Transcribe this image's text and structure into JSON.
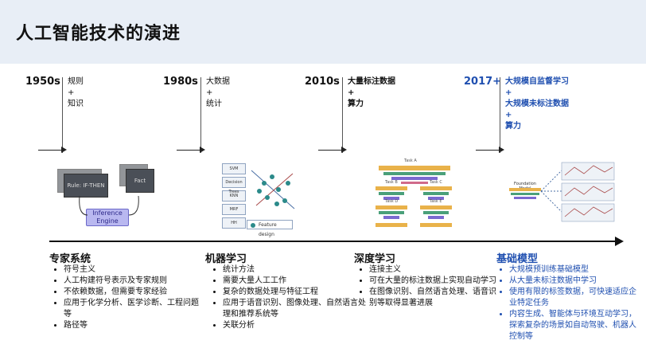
{
  "title": "人工智能技术的演进",
  "eras": [
    {
      "year": "1950s",
      "notes": [
        "规则",
        "+",
        "知识"
      ]
    },
    {
      "year": "1980s",
      "notes": [
        "大数据",
        "+",
        "统计"
      ]
    },
    {
      "year": "2010s",
      "notes": [
        "大量标注数据",
        "+",
        "算力"
      ]
    },
    {
      "year": "2017+",
      "notes": [
        "大规模自监督学习",
        "+",
        "大规模未标注数据",
        "+",
        "算力"
      ]
    }
  ],
  "illustrations": {
    "rule_card": "Rule: IF-THEN",
    "fact_card": "Fact",
    "engine": [
      "Inference",
      "Engine"
    ],
    "stack": [
      "SVM",
      "Decision Trees",
      "KNN",
      "MRF",
      "HH"
    ],
    "feature_design": "Feature design",
    "foundation_model": "Foundation Model",
    "tasks": [
      "Task A",
      "Task B",
      "Task C",
      "Task D",
      "Task E"
    ]
  },
  "sections": [
    {
      "title": "专家系统",
      "items": [
        "符号主义",
        "人工构建符号表示及专家规则",
        "不依赖数据，但需要专家经验",
        "应用于化学分析、医学诊断、工程问题等",
        "路径等"
      ]
    },
    {
      "title": "机器学习",
      "items": [
        "统计方法",
        "需要大量人工工作",
        "复杂的数据处理与特征工程",
        "应用于语音识别、图像处理、自然语言处理和推荐系统等",
        "关联分析"
      ]
    },
    {
      "title": "深度学习",
      "items": [
        "连接主义",
        "可在大量的标注数据上实现自动学习",
        "在图像识别、自然语言处理、语音识别等取得显著进展"
      ]
    },
    {
      "title": "基础模型",
      "items": [
        "大规模预训练基础模型",
        "从大量未标注数据中学习",
        "使用有限的标签数据，可快速适应企业特定任务",
        "内容生成、智能体与环境互动学习，探索复杂的场景如自动驾驶、机器人控制等"
      ]
    }
  ],
  "colors": {
    "header_bg": "#e8eef6",
    "accent_blue": "#1f4fb0"
  }
}
